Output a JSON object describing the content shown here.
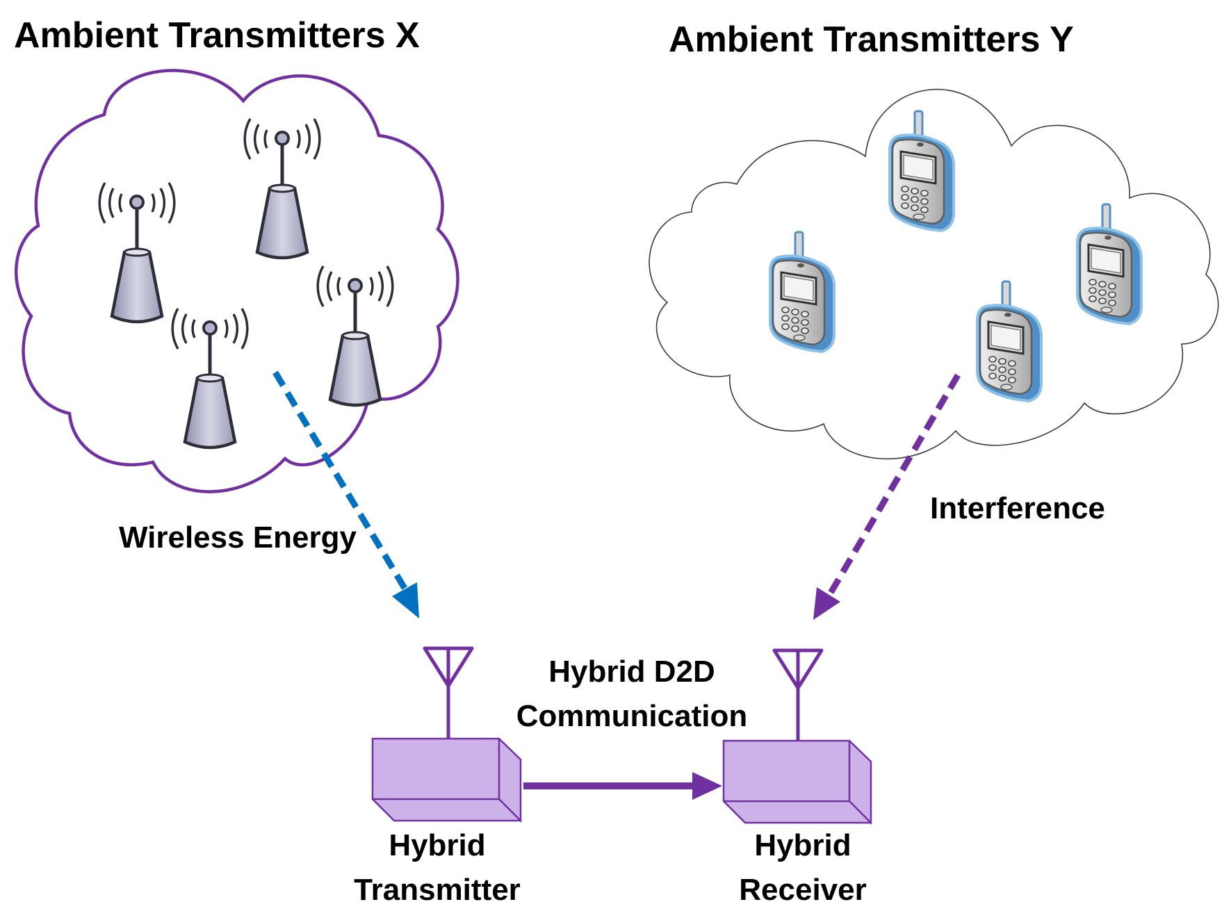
{
  "titles": {
    "group_x": "Ambient Transmitters X",
    "group_y": "Ambient Transmitters Y"
  },
  "labels": {
    "wireless_energy": "Wireless Energy",
    "interference": "Interference",
    "d2d_line1": "Hybrid D2D",
    "d2d_line2": "Communication",
    "tx_line1": "Hybrid",
    "tx_line2": "Transmitter",
    "rx_line1": "Hybrid",
    "rx_line2": "Receiver"
  },
  "icons": {
    "tower": "cell-tower-icon",
    "phone": "mobile-phone-icon",
    "antenna": "antenna-icon"
  },
  "colors": {
    "purple": "#7030A0",
    "blue": "#0070C0",
    "device_fill": "#CDB2EA",
    "tower_fill": "#B4B4CC",
    "tower_stroke": "#2E2E3A",
    "phone_blue": "#4F8FC5"
  }
}
